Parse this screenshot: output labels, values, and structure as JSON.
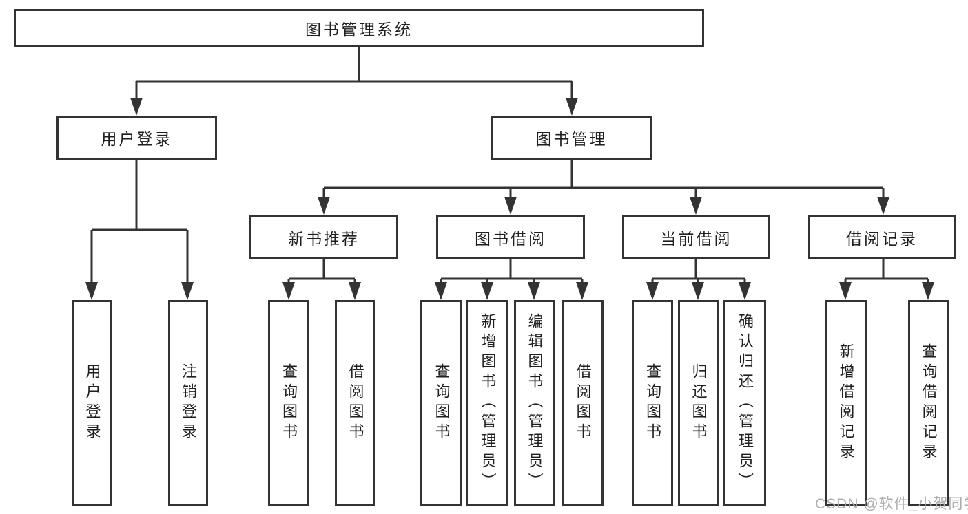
{
  "nodes": {
    "root": "图书管理系统",
    "user_login": "用户登录",
    "book_mgmt": "图书管理",
    "new_book_rec": "新书推荐",
    "book_borrow": "图书借阅",
    "current_borrow": "当前借阅",
    "borrow_record": "借阅记录",
    "leaf_user_login": "用户登录",
    "leaf_logout": "注销登录",
    "leaf_nbr_query": "查询图书",
    "leaf_nbr_borrow": "借阅图书",
    "leaf_bb_query": "查询图书",
    "leaf_bb_add": "新增图书（管理员）",
    "leaf_bb_edit": "编辑图书（管理员）",
    "leaf_bb_borrow": "借阅图书",
    "leaf_cb_query": "查询图书",
    "leaf_cb_return": "归还图书",
    "leaf_cb_confirm": "确认归还（管理员）",
    "leaf_br_add": "新增借阅记录",
    "leaf_br_query": "查询借阅记录"
  },
  "hierarchy": {
    "图书管理系统": {
      "用户登录": [
        "用户登录",
        "注销登录"
      ],
      "图书管理": {
        "新书推荐": [
          "查询图书",
          "借阅图书"
        ],
        "图书借阅": [
          "查询图书",
          "新增图书（管理员）",
          "编辑图书（管理员）",
          "借阅图书"
        ],
        "当前借阅": [
          "查询图书",
          "归还图书",
          "确认归还（管理员）"
        ],
        "借阅记录": [
          "新增借阅记录",
          "查询借阅记录"
        ]
      }
    }
  },
  "watermark": "CSDN @软件_小贺同学",
  "colors": {
    "line": "#333333",
    "text": "#1f1f1f",
    "background": "#ffffff",
    "watermark": "#aeaeae"
  }
}
